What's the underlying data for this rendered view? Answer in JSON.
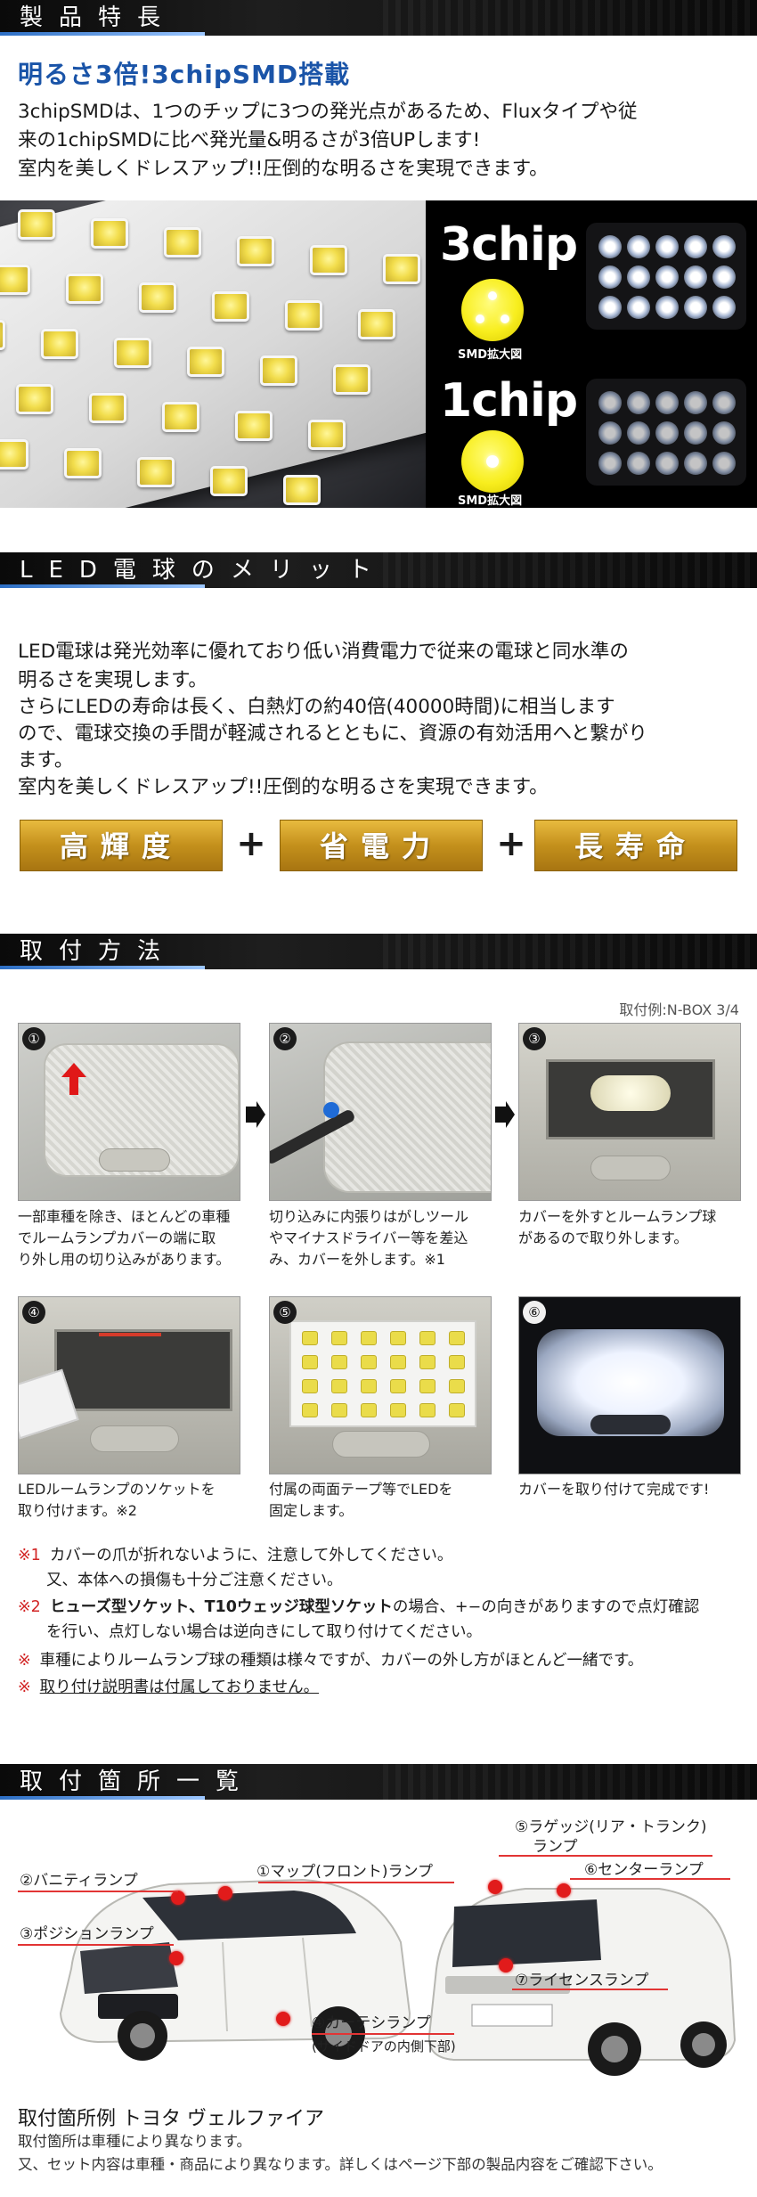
{
  "section1": {
    "title": "製品特長",
    "headline": "明るさ3倍!3chipSMD搭載",
    "lines": [
      "3chipSMDは、1つのチップに3つの発光点があるため、Fluxタイプや従",
      "来の1chipSMDに比べ発光量&明るさが3倍UPします!",
      "室内を美しくドレスアップ!!圧倒的な明るさを実現できます。"
    ],
    "compare": [
      {
        "label": "3chip",
        "caption": "SMD拡大図"
      },
      {
        "label": "1chip",
        "caption": "SMD拡大図"
      }
    ]
  },
  "section2": {
    "title": "LED電球のメリット",
    "lines": [
      "LED電球は発光効率に優れており低い消費電力で従来の電球と同水準の",
      "明るさを実現します。",
      "さらにLEDの寿命は長く、白熱灯の約40倍(40000時間)に相当します",
      "ので、電球交換の手間が軽減されるとともに、資源の有効活用へと繋がり",
      "ます。",
      "室内を美しくドレスアップ!!圧倒的な明るさを実現できます。"
    ],
    "badges": [
      "高輝度",
      "省電力",
      "長寿命"
    ],
    "plus": "+"
  },
  "section3": {
    "title": "取付方法",
    "example": "取付例:N-BOX 3/4",
    "steps": [
      {
        "num": "①",
        "lines": [
          "一部車種を除き、ほとんどの車種",
          "でルームランプカバーの端に取",
          "り外し用の切り込みがあります。"
        ]
      },
      {
        "num": "②",
        "lines": [
          "切り込みに内張りはがしツール",
          "やマイナスドライバー等を差込",
          "み、カバーを外します。※1"
        ]
      },
      {
        "num": "③",
        "lines": [
          "カバーを外すとルームランプ球",
          "があるので取り外します。"
        ]
      },
      {
        "num": "④",
        "lines": [
          "LEDルームランプのソケットを",
          "取り付けます。※2"
        ]
      },
      {
        "num": "⑤",
        "lines": [
          "付属の両面テープ等でLEDを",
          "固定します。"
        ]
      },
      {
        "num": "⑥",
        "lines": [
          "カバーを取り付けて完成です!"
        ]
      }
    ],
    "notes": [
      {
        "mark": "※1",
        "text": "カバーの爪が折れないように、注意して外してください。"
      },
      {
        "mark": "",
        "text": "又、本体への損傷も十分ご注意ください。"
      },
      {
        "mark": "※2",
        "bold": "ヒューズ型ソケット、T10ウェッジ球型ソケット",
        "text": "の場合、+−の向きがありますので点灯確認"
      },
      {
        "mark": "",
        "text": "を行い、点灯しない場合は逆向きにして取り付けてください。"
      },
      {
        "mark": "※",
        "text": "車種によりルームランプ球の種類は様々ですが、カバーの外し方がほとんど一緒です。"
      },
      {
        "mark": "※",
        "text": "取り付け説明書は付属しておりません。"
      }
    ]
  },
  "section4": {
    "title": "取付箇所一覧",
    "callouts": {
      "map": "①マップ(フロント)ランプ",
      "vanity": "②バニティランプ",
      "position": "③ポジションランプ",
      "courtesy": "④カーテシランプ",
      "courtesy_sub": "(サイドドアの内側下部)",
      "luggage": "⑤ラゲッジ(リア・トランク)",
      "luggage_sub": "ランプ",
      "center": "⑥センターランプ",
      "license": "⑦ライセンスランプ"
    },
    "footer_title": "取付箇所例 トヨタ ヴェルファイア",
    "footer_lines": [
      "取付箇所は車種により異なります。",
      "又、セット内容は車種・商品により異なります。詳しくはページ下部の製品内容をご確認下さい。"
    ]
  }
}
